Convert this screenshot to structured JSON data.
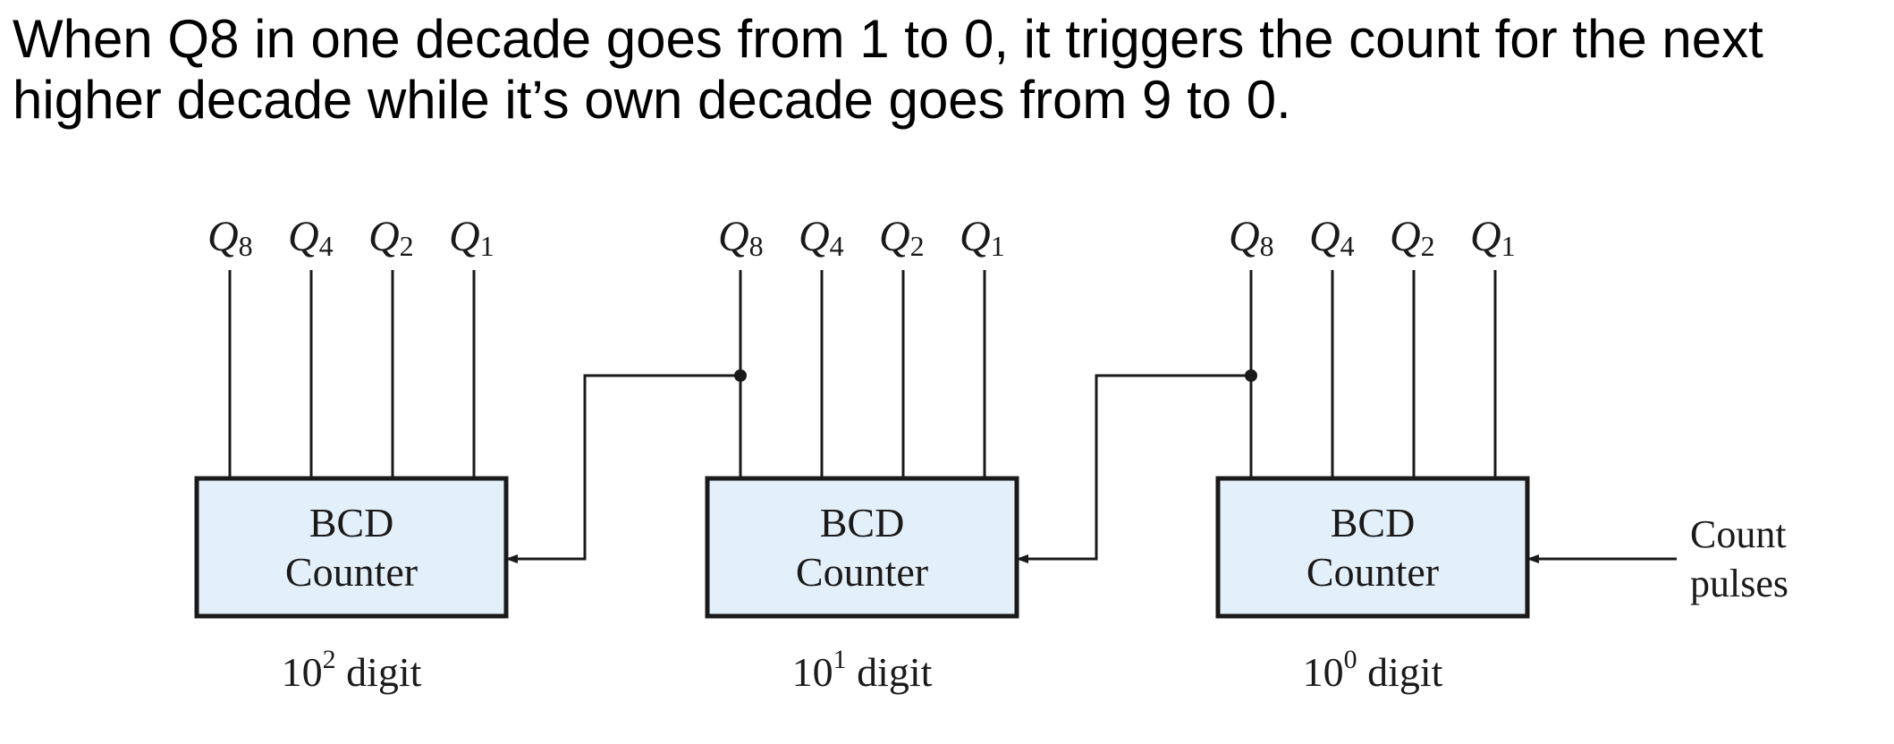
{
  "caption": {
    "line1": "When Q8 in one decade goes from 1 to 0, it triggers the count for the next",
    "line2": "higher decade while it’s own decade goes from 9 to 0."
  },
  "q_output": {
    "symbol": "Q",
    "subscripts": [
      "8",
      "4",
      "2",
      "1"
    ]
  },
  "counters": [
    {
      "line1": "BCD",
      "line2": "Counter",
      "digit_base": "10",
      "digit_exp": "2",
      "digit_word": " digit"
    },
    {
      "line1": "BCD",
      "line2": "Counter",
      "digit_base": "10",
      "digit_exp": "1",
      "digit_word": " digit"
    },
    {
      "line1": "BCD",
      "line2": "Counter",
      "digit_base": "10",
      "digit_exp": "0",
      "digit_word": " digit"
    }
  ],
  "input": {
    "line1": "Count",
    "line2": "pulses"
  },
  "colors": {
    "counter_fill": "#e3f0fa",
    "line": "#1a1a1a"
  }
}
